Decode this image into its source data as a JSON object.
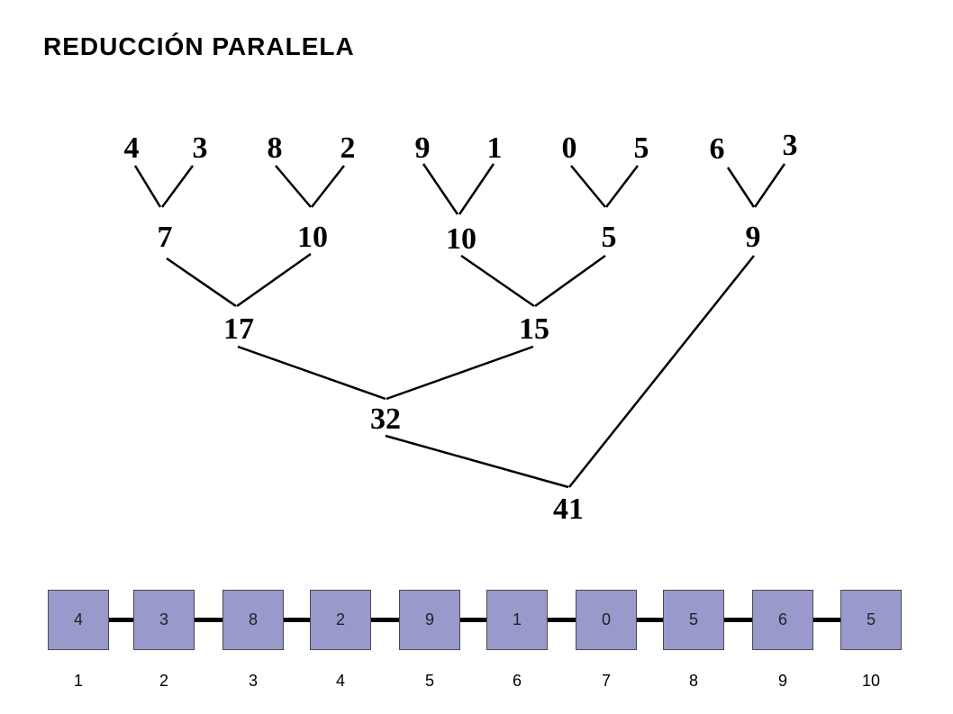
{
  "title": "REDUCCIÓN PARALELA",
  "tree": {
    "level0": [
      "4",
      "3",
      "8",
      "2",
      "9",
      "1",
      "0",
      "5",
      "6",
      "3"
    ],
    "level1": [
      "7",
      "10",
      "10",
      "5",
      "9"
    ],
    "level2": [
      "17",
      "15"
    ],
    "level3": [
      "32"
    ],
    "level4": [
      "41"
    ]
  },
  "array": {
    "values": [
      "4",
      "3",
      "8",
      "2",
      "9",
      "1",
      "0",
      "5",
      "6",
      "5"
    ],
    "indices": [
      "1",
      "2",
      "3",
      "4",
      "5",
      "6",
      "7",
      "8",
      "9",
      "10"
    ]
  },
  "colors": {
    "cell_fill": "#9999cc",
    "cell_border": "#4a4a4a",
    "line": "#000000"
  }
}
